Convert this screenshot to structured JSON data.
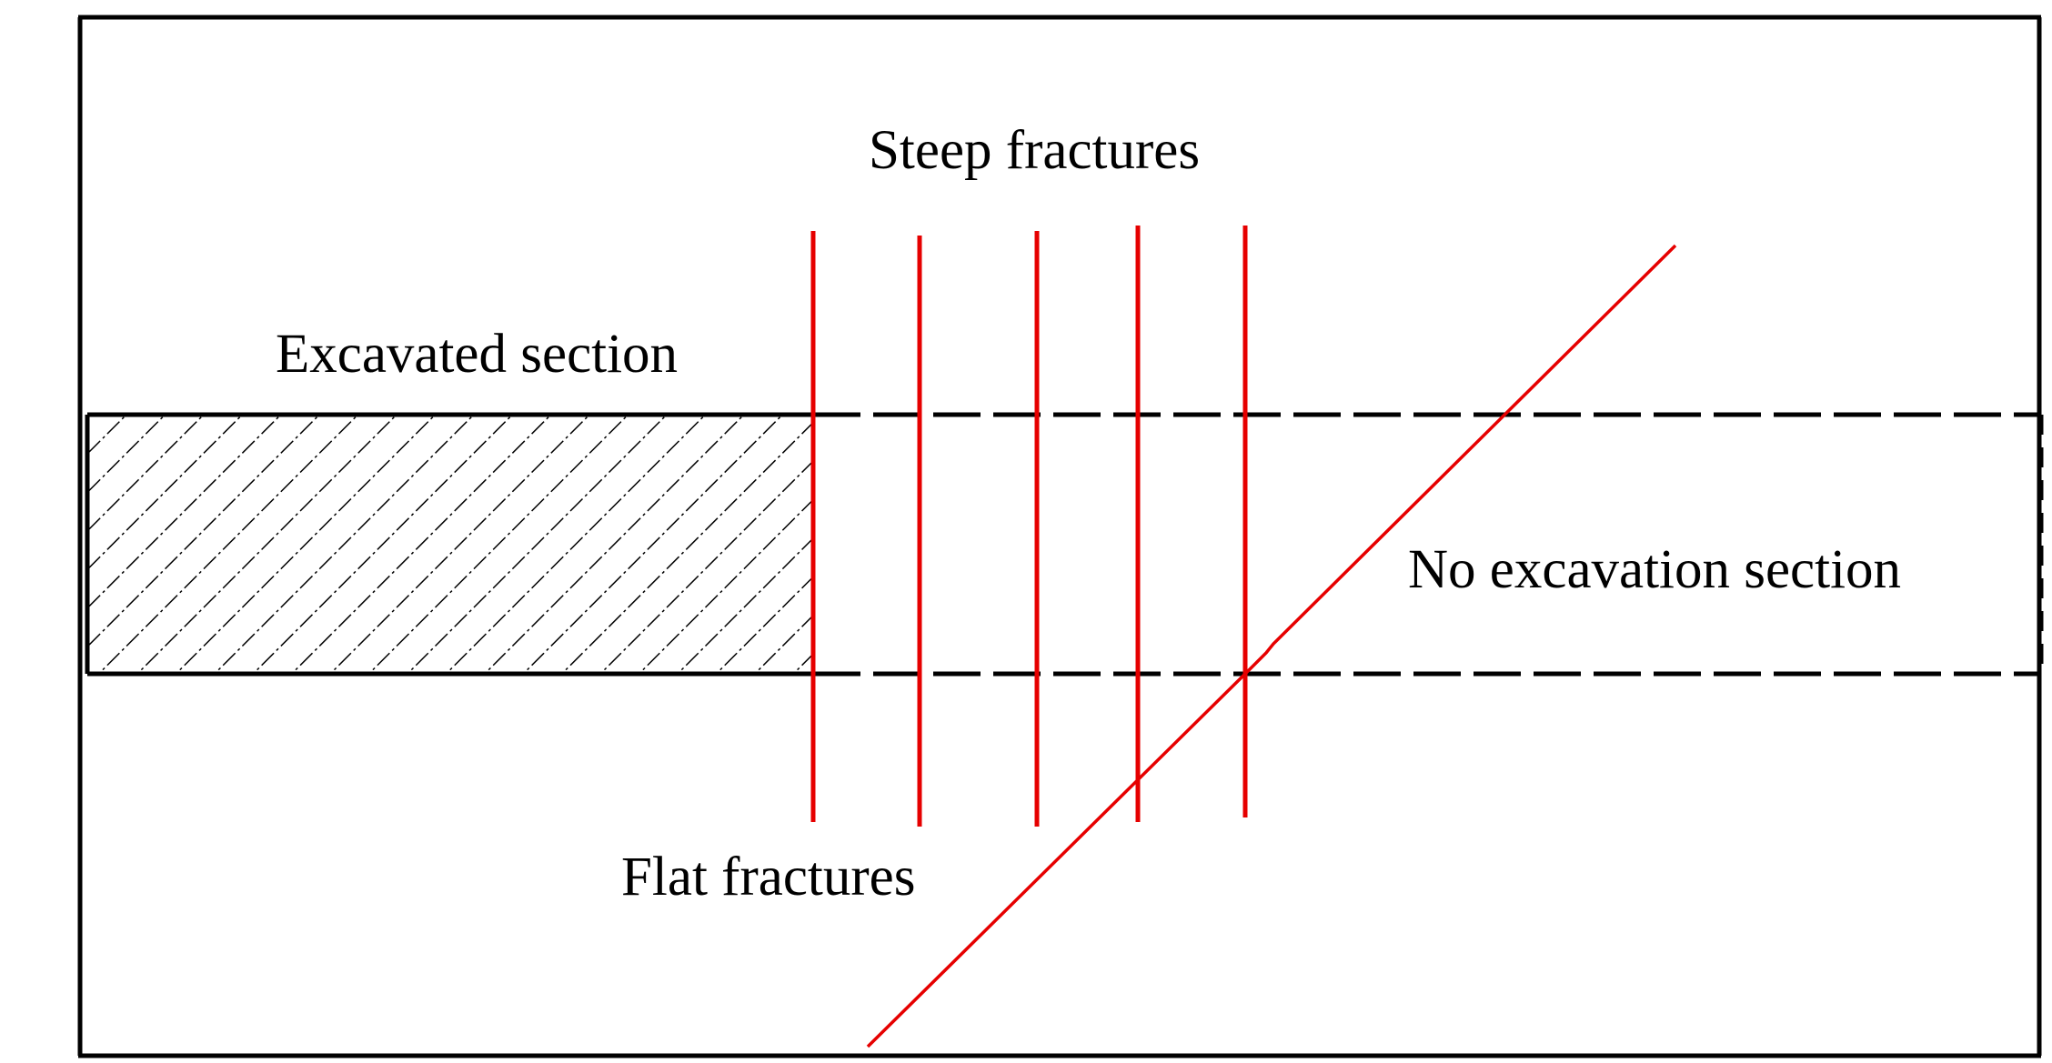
{
  "labels": {
    "steep_fractures": "Steep fractures",
    "excavated_section": "Excavated section",
    "no_excavation_section": "No excavation section",
    "flat_fractures": "Flat fractures"
  },
  "colors": {
    "outline": "#000000",
    "fracture": "#e60000",
    "background": "#ffffff"
  }
}
